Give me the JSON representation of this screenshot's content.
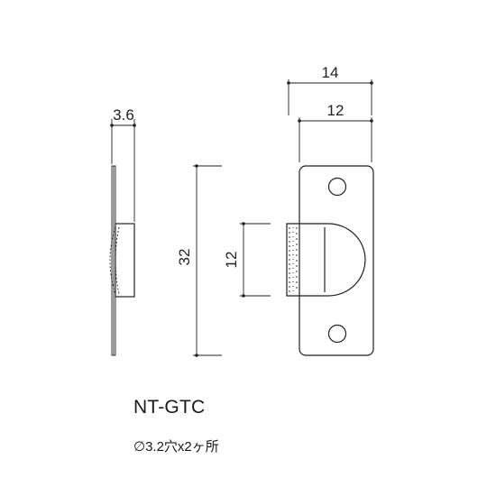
{
  "dimensions": {
    "width_outer": "14",
    "width_inner": "12",
    "thickness": "3.6",
    "height_total": "32",
    "height_latch": "12"
  },
  "product": {
    "model": "NT-GTC",
    "hole_note": "∅3.2穴x2ヶ所"
  }
}
